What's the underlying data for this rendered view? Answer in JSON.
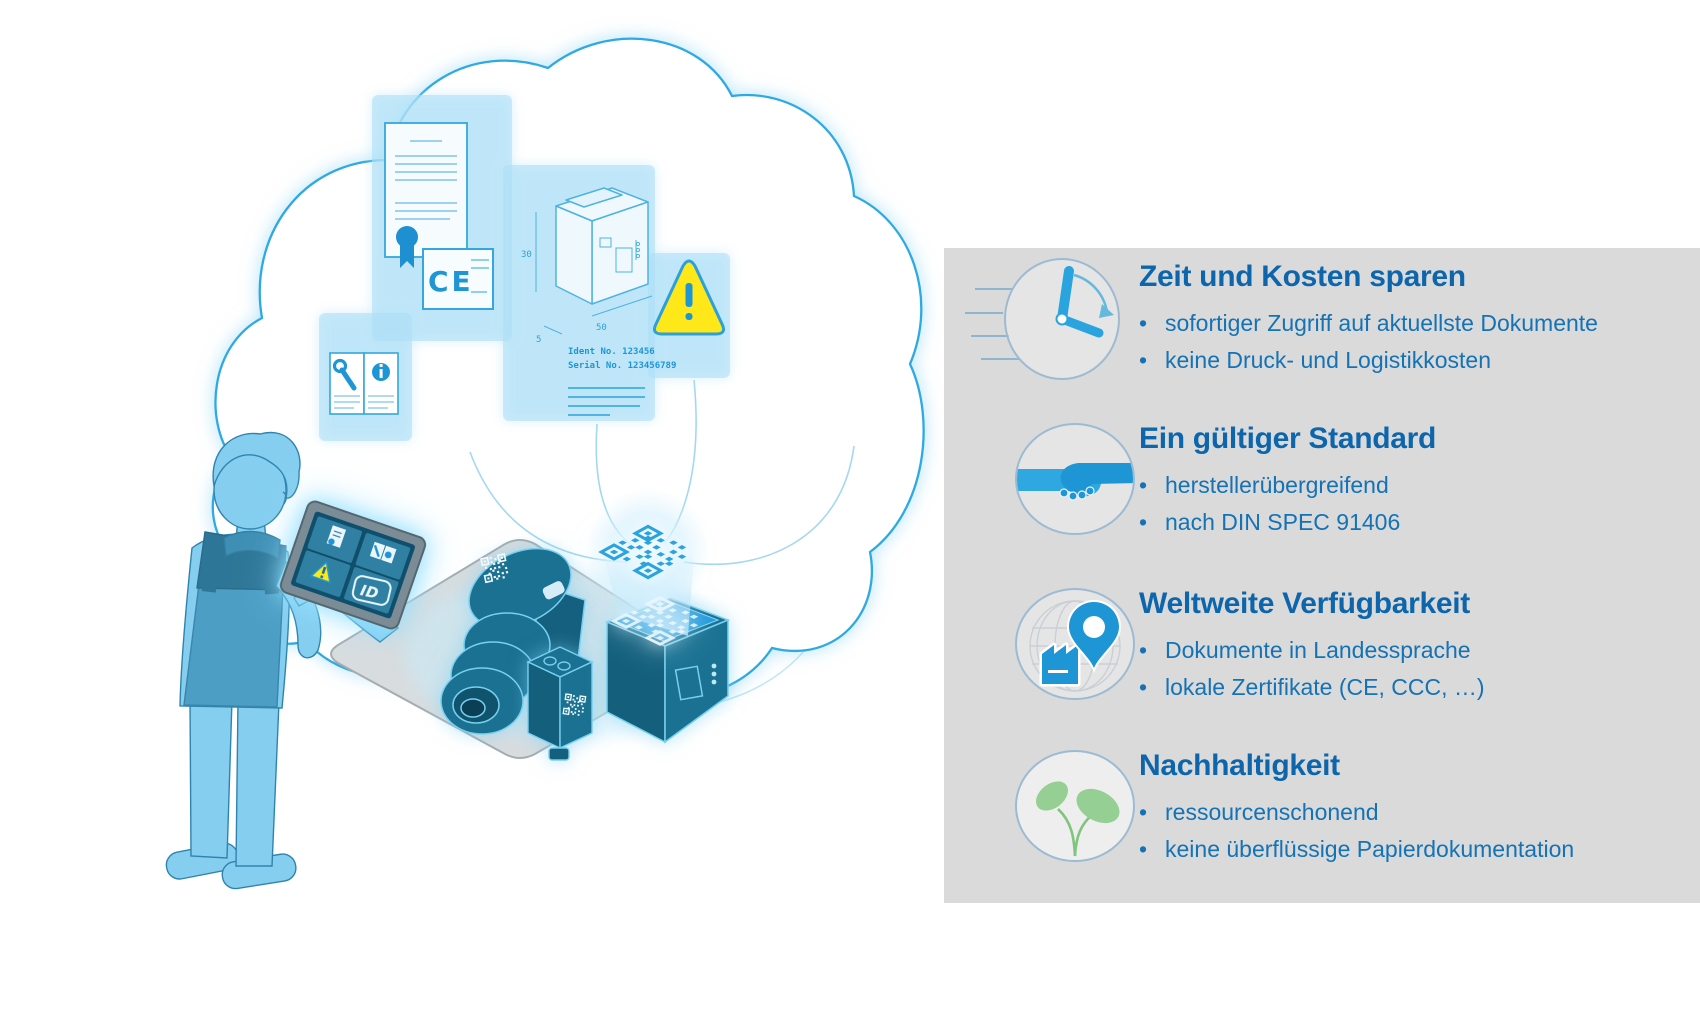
{
  "illustration": {
    "description_icons": [
      "certificate-document",
      "ce-declaration",
      "manual-booklet",
      "datasheet",
      "warning-notice",
      "qr-code",
      "tablet",
      "industrial-cameras",
      "worker"
    ],
    "cloud_cards": {
      "ce_mark": "CE",
      "datasheet": {
        "ident": "Ident No. 123456",
        "serial": "Serial No. 123456789",
        "dim_height": "30",
        "dim_width": "50",
        "dim_depth": "5"
      }
    },
    "tablet_badge": "ID",
    "colors": {
      "cloud_outline": "#2fa9e2",
      "card_fill": "#aedff6",
      "device_teal": "#1a7191",
      "qr_blue": "#2ba3de",
      "warning_yellow": "#ffe81a",
      "person_blue": "#85cef0",
      "overalls_blue": "#4c9ec5"
    }
  },
  "panel": {
    "background": "#dadada",
    "title_color": "#0d66ac",
    "bullet_color": "#1472b5",
    "accent_blue": "#2aa2dd",
    "plant_green": "#95cf94",
    "bullet_char": "•",
    "sections": [
      {
        "icon": "clock-icon",
        "title": "Zeit und Kosten sparen",
        "bullets": [
          "sofortiger Zugriff auf aktuellste Dokumente",
          "keine Druck- und Logistikkosten"
        ]
      },
      {
        "icon": "handshake-icon",
        "title": "Ein gültiger Standard",
        "bullets": [
          "herstellerübergreifend",
          "nach DIN SPEC 91406"
        ]
      },
      {
        "icon": "global-availability-icon",
        "title": "Weltweite Verfügbarkeit",
        "bullets": [
          "Dokumente in Landessprache",
          "lokale Zertifikate (CE, CCC, …)"
        ]
      },
      {
        "icon": "sustainability-icon",
        "title": "Nachhaltigkeit",
        "bullets": [
          "ressourcenschonend",
          "keine überflüssige Papierdokumentation"
        ]
      }
    ]
  }
}
